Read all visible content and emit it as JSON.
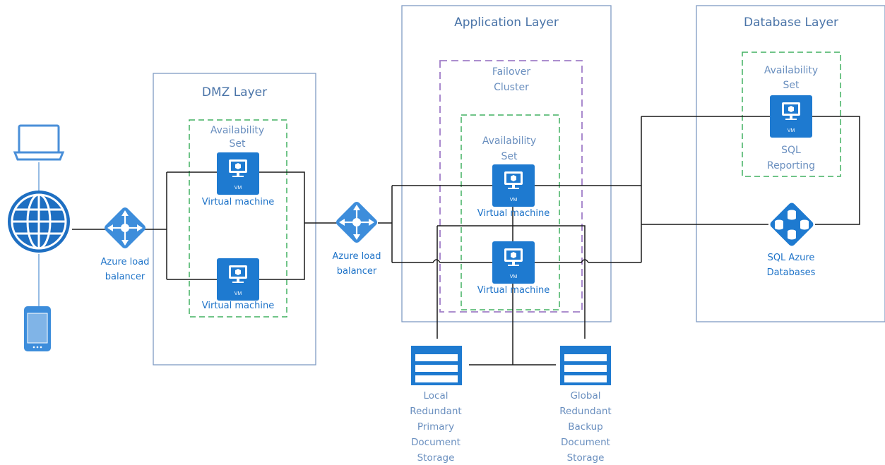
{
  "layers": {
    "dmz": "DMZ Layer",
    "application": "Application Layer",
    "database": "Database Layer"
  },
  "groups": {
    "dmz_availability": [
      "Availability",
      "Set"
    ],
    "failover_cluster": [
      "Failover",
      "Cluster"
    ],
    "app_availability": [
      "Availability",
      "Set"
    ],
    "db_availability": [
      "Availability",
      "Set"
    ]
  },
  "nodes": {
    "lb_front": [
      "Azure load",
      "balancer"
    ],
    "lb_app": [
      "Azure load",
      "balancer"
    ],
    "dmz_vm_1": "Virtual machine",
    "dmz_vm_2": "Virtual machine",
    "app_vm_1": "Virtual machine",
    "app_vm_2": "Virtual machine",
    "sql_reporting": [
      "SQL",
      "Reporting"
    ],
    "sql_azure": [
      "SQL Azure",
      "Databases"
    ],
    "vm_badge": "VM"
  },
  "storage": {
    "local": [
      "Local",
      "Redundant",
      "Primary",
      "Document",
      "Storage"
    ],
    "global": [
      "Global",
      "Redundant",
      "Backup",
      "Document",
      "Storage"
    ]
  },
  "clients": [
    "laptop-icon",
    "globe-icon",
    "phone-icon"
  ],
  "colors": {
    "azure_blue": "#1e7ad0",
    "layer_border": "#7f9bc4",
    "availability_border": "#40b060",
    "cluster_border": "#a07ec8"
  }
}
